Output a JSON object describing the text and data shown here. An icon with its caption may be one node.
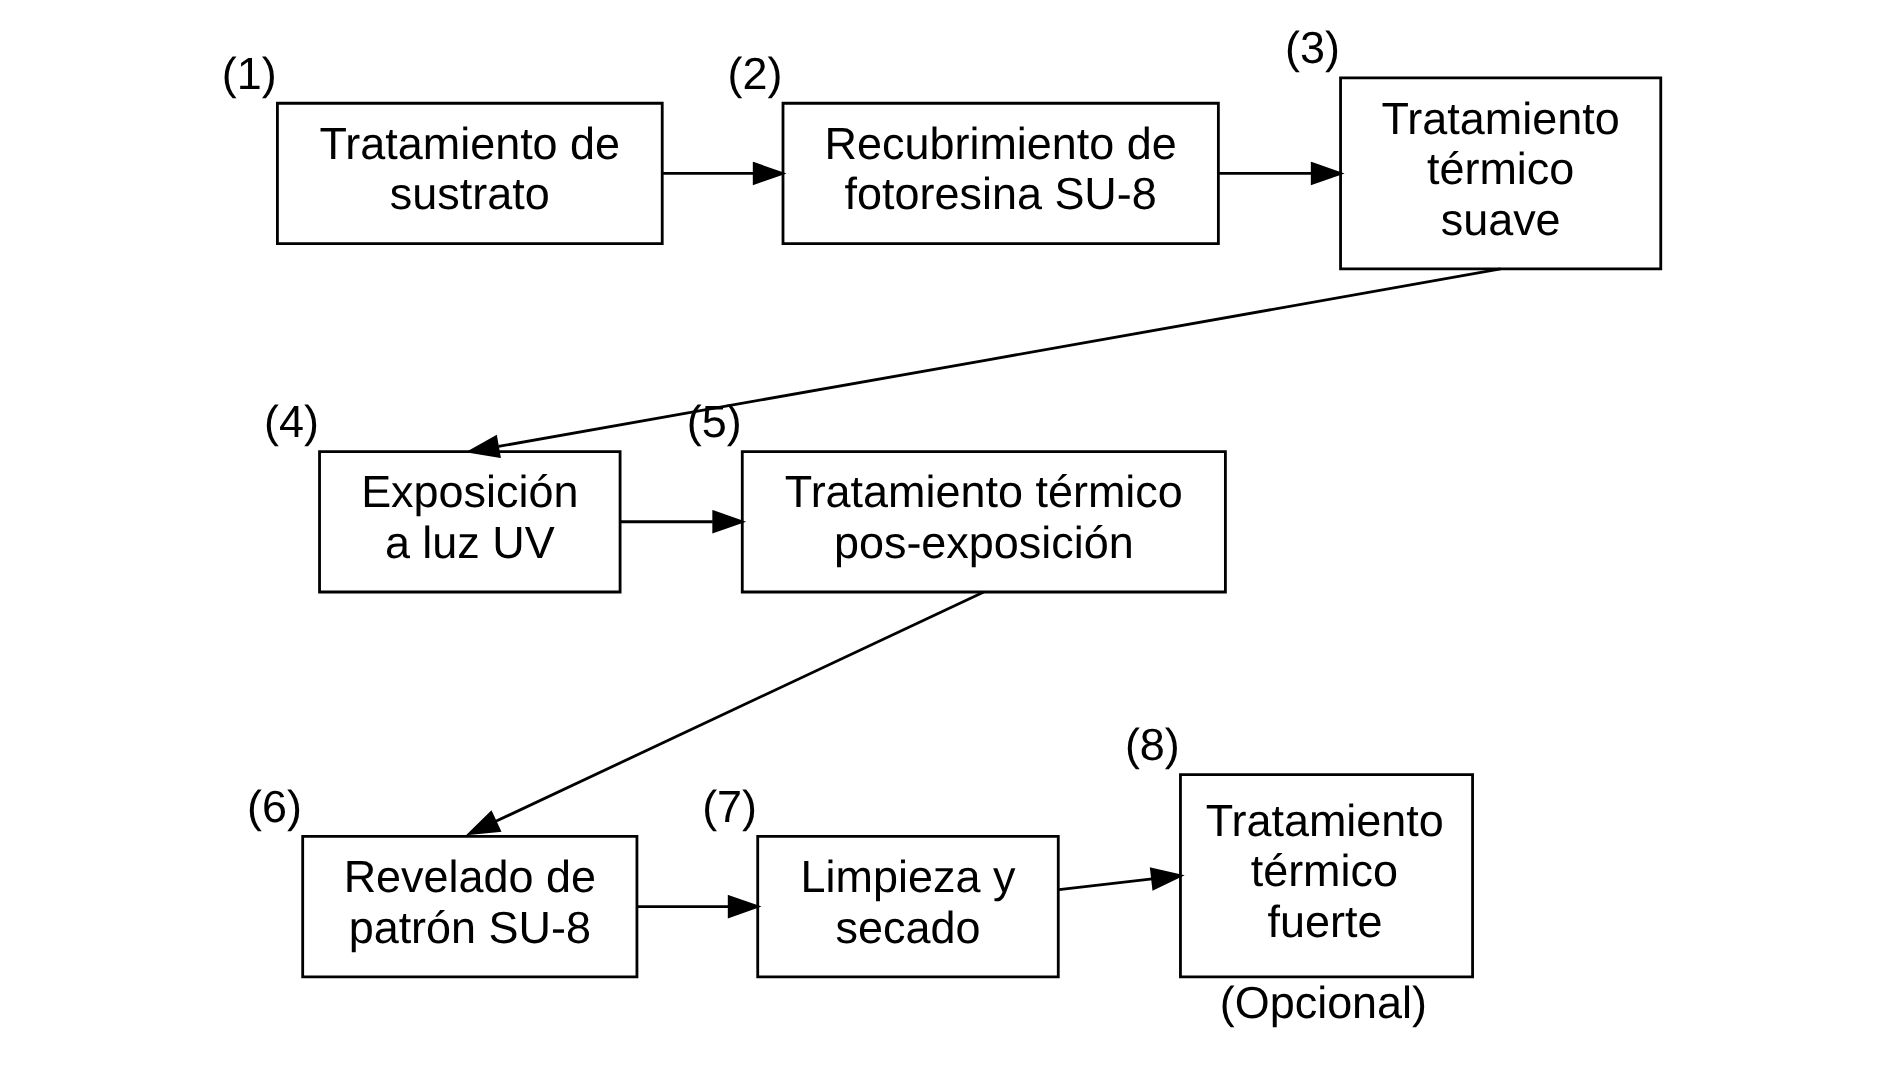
{
  "diagram": {
    "nodes": [
      {
        "text": [
          "Tratamiento de sustrato"
        ],
        "beside": [
          "(1)"
        ]
      },
      {
        "text": [
          "Recubrimiento de fotoresina SU-8"
        ],
        "beside": [
          "(2)"
        ]
      },
      {
        "text": [
          "Tratamiento térmico suave"
        ],
        "beside": [
          "(3)"
        ]
      },
      {
        "text": [
          "Exposición a luz UV"
        ],
        "beside": [
          "(4)"
        ]
      },
      {
        "text": [
          "Tratamiento térmico pos-exposición"
        ],
        "beside": [
          "(5)"
        ]
      },
      {
        "text": [
          "Revelado de patrón SU-8"
        ],
        "beside": [
          "(6)"
        ]
      },
      {
        "text": [
          "Limpieza y secado"
        ],
        "beside": [
          "(7)"
        ]
      },
      {
        "text": [
          "Tratamiento térmico fuerte"
        ],
        "beside": [
          "(8)",
          "(Opcional)"
        ]
      }
    ],
    "edges": [
      {
        "from": 0,
        "to": 1,
        "arrow": "to"
      },
      {
        "from": 1,
        "to": 2,
        "arrow": "to"
      },
      {
        "from": 2,
        "to": 3,
        "arrow": "to"
      },
      {
        "from": 3,
        "to": 4,
        "arrow": "to"
      },
      {
        "from": 4,
        "to": 5,
        "arrow": "to"
      },
      {
        "from": 5,
        "to": 6,
        "arrow": "to"
      },
      {
        "from": 6,
        "to": 7,
        "arrow": "to"
      }
    ]
  }
}
